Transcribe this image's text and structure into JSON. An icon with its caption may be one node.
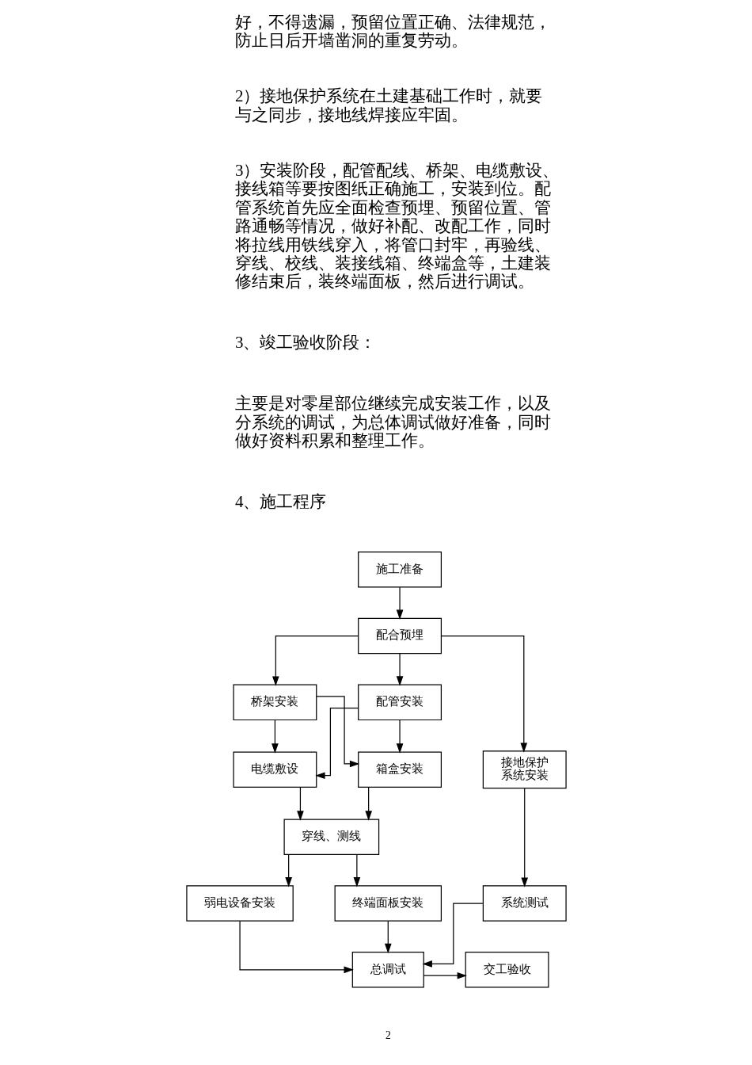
{
  "diagram": {
    "nodes": [
      {
        "text": [
          "施工准备"
        ]
      },
      {
        "text": [
          "配合预埋"
        ]
      },
      {
        "text": [
          "桥架安装"
        ]
      },
      {
        "text": [
          "配管安装"
        ]
      },
      {
        "text": [
          "接地保护系统安装"
        ]
      },
      {
        "text": [
          "电缆敷设"
        ]
      },
      {
        "text": [
          "箱盒安装"
        ]
      },
      {
        "text": [
          "穿线、测线"
        ]
      },
      {
        "text": [
          "系统测试"
        ]
      },
      {
        "text": [
          "弱电设备安装"
        ]
      },
      {
        "text": [
          "终端面板安装"
        ]
      },
      {
        "text": [
          "总调试"
        ]
      },
      {
        "text": [
          "交工验收"
        ]
      }
    ],
    "edges": [
      {
        "from": 0,
        "to": 1,
        "arrow": "to"
      },
      {
        "from": 1,
        "to": 2,
        "arrow": "to"
      },
      {
        "from": 1,
        "to": 3,
        "arrow": "to"
      },
      {
        "from": 1,
        "to": 4,
        "arrow": "to"
      },
      {
        "from": 2,
        "to": 5,
        "arrow": "to"
      },
      {
        "from": 2,
        "to": 6,
        "arrow": "to"
      },
      {
        "from": 3,
        "to": 5,
        "arrow": "to"
      },
      {
        "from": 3,
        "to": 6,
        "arrow": "to"
      },
      {
        "from": 5,
        "to": 7,
        "arrow": "to"
      },
      {
        "from": 6,
        "to": 7,
        "arrow": "to"
      },
      {
        "from": 4,
        "to": 8,
        "arrow": "to"
      },
      {
        "from": 7,
        "to": 9,
        "arrow": "to"
      },
      {
        "from": 7,
        "to": 10,
        "arrow": "to"
      },
      {
        "from": 9,
        "to": 11,
        "arrow": "to"
      },
      {
        "from": 10,
        "to": 11,
        "arrow": "to"
      },
      {
        "from": 8,
        "to": 11,
        "arrow": "to"
      },
      {
        "from": 11,
        "to": 12,
        "arrow": "to"
      }
    ],
    "labels": [
      "好，不得遗漏，预留位置正确、法律规范，防止日后开墙凿洞的重复劳动。",
      "2）接地保护系统在土建基础工作时，就要与之同步，接地线焊接应牢固。",
      "3）安装阶段，配管配线、桥架、电缆敷设、接线箱等要按图纸正确施工，安装到位。配管系统首先应全面检查预埋、预留位置、管路通畅等情况，做好补配、改配工作，同时将拉线用铁线穿入，将管口封牢，再验线、穿线、校线、装接线箱、终端盒等，土建装修结束后，装终端面板，然后进行调试。",
      "3、竣工验收阶段：",
      "主要是对零星部位继续完成安装工作，以及分系统的调试，为总体调试做好准备，同时做好资料积累和整理工作。",
      "4、施工程序",
      "2"
    ]
  }
}
